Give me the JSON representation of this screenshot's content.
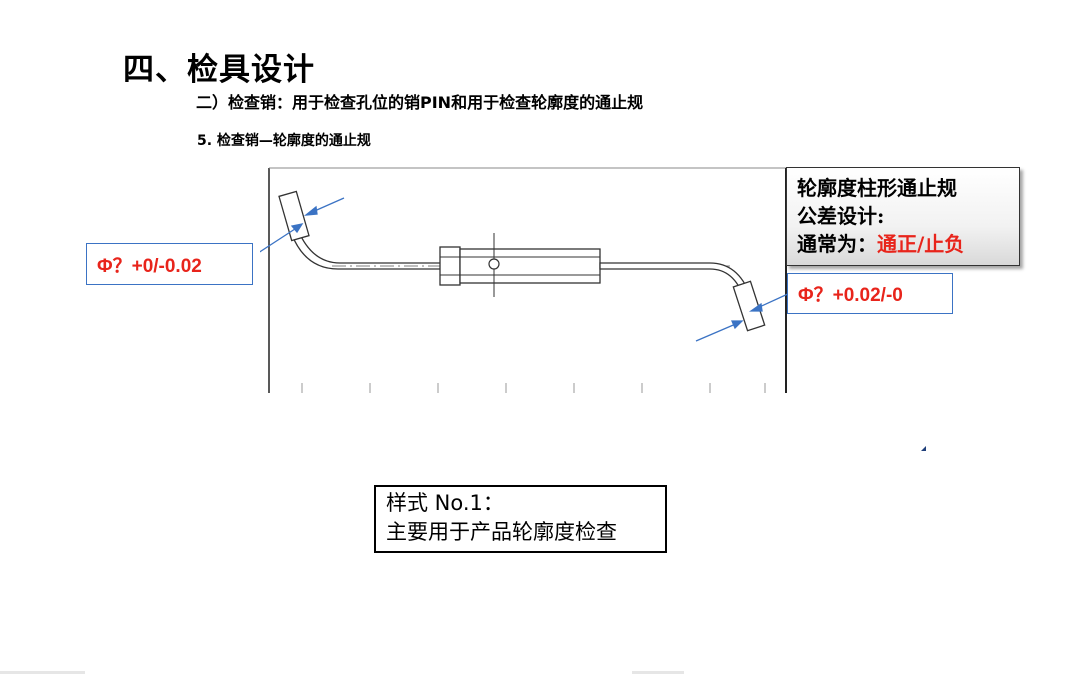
{
  "title": "四、检具设计",
  "subtitle": "二）检查销：用于检查孔位的销PIN和用于检查轮廓度的通止规",
  "section": "5. 检查销—轮廓度的通止规",
  "callouts": {
    "left": "Φ？+0/-0.02",
    "right": "Φ？+0.02/-0"
  },
  "note": {
    "line1": "轮廓度柱形通止规",
    "line2": "公差设计:",
    "line3_prefix": "通常为：",
    "line3_highlight": "通正/止负"
  },
  "style_box": {
    "line1": "样式 No.1：",
    "line2": "主要用于产品轮廓度检查"
  },
  "colors": {
    "highlight": "#e8241b",
    "callout_border": "#3b73c4"
  }
}
